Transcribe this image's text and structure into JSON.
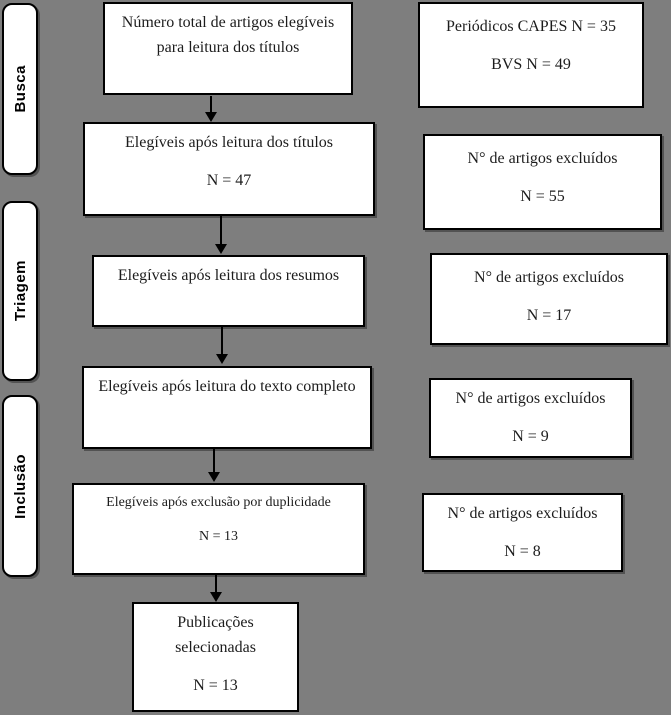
{
  "colors": {
    "background": "#7e7e7e",
    "box_fill": "#ffffff",
    "box_border": "#000000",
    "text": "#1c1c1c"
  },
  "stages": [
    {
      "label": "Busca"
    },
    {
      "label": "Triagem"
    },
    {
      "label": "Inclusão"
    }
  ],
  "flow": [
    {
      "label": "Número total de artigos elegíveis para leitura dos títulos",
      "n": ""
    },
    {
      "label": "Elegíveis após leitura dos títulos",
      "n": "N = 47"
    },
    {
      "label": "Elegíveis após leitura dos resumos",
      "n": ""
    },
    {
      "label": "Elegíveis após leitura do texto completo",
      "n": ""
    },
    {
      "label": "Elegíveis após exclusão por duplicidade",
      "n": "N = 13"
    },
    {
      "label": "Publicações selecionadas",
      "n": "N = 13"
    }
  ],
  "sources": {
    "line1": "Periódicos CAPES N = 35",
    "line2": "BVS N = 49"
  },
  "exclusions": [
    {
      "label": "N° de artigos excluídos",
      "n": "N = 55"
    },
    {
      "label": "N° de artigos excluídos",
      "n": "N = 17"
    },
    {
      "label": "N° de artigos excluídos",
      "n": "N = 9"
    },
    {
      "label": "N° de artigos excluídos",
      "n": "N = 8"
    }
  ]
}
